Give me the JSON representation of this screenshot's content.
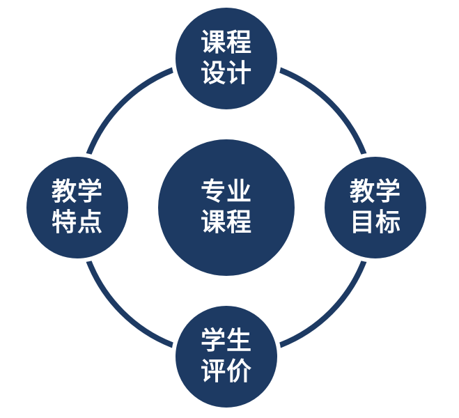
{
  "colors": {
    "node_fill": "#1d3a63",
    "ring_stroke": "#1d3a63",
    "node_border": "#ffffff",
    "text": "#ffffff",
    "background": "#ffffff"
  },
  "nodes": {
    "center": {
      "line1": "专业",
      "line2": "课程"
    },
    "top": {
      "line1": "课程",
      "line2": "设计"
    },
    "right": {
      "line1": "教学",
      "line2": "目标"
    },
    "bottom": {
      "line1": "学生",
      "line2": "评价"
    },
    "left": {
      "line1": "教学",
      "line2": "特点"
    }
  }
}
